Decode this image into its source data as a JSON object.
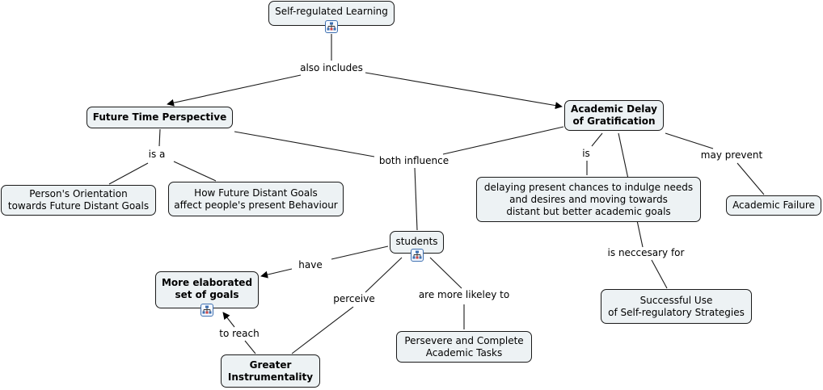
{
  "concept_map": {
    "nodes": [
      {
        "id": "srl",
        "label": "Self-regulated Learning",
        "bold": false,
        "has_submap_icon": true
      },
      {
        "id": "ftp",
        "label": "Future Time Perspective",
        "bold": true,
        "has_submap_icon": false
      },
      {
        "id": "adg",
        "label": "Academic Delay\nof Gratification",
        "bold": true,
        "has_submap_icon": false
      },
      {
        "id": "orient",
        "label": "Person's Orientation\ntowards Future Distant Goals",
        "bold": false,
        "has_submap_icon": false
      },
      {
        "id": "howfuture",
        "label": "How Future Distant Goals\naffect people's present Behaviour",
        "bold": false,
        "has_submap_icon": false
      },
      {
        "id": "delaying",
        "label": "delaying present chances to indulge needs\nand desires and moving towards\ndistant but better academic goals",
        "bold": false,
        "has_submap_icon": false
      },
      {
        "id": "failure",
        "label": "Academic Failure",
        "bold": false,
        "has_submap_icon": false
      },
      {
        "id": "students",
        "label": "students",
        "bold": false,
        "has_submap_icon": true
      },
      {
        "id": "goals",
        "label": "More elaborated\nset of goals",
        "bold": true,
        "has_submap_icon": true
      },
      {
        "id": "instr",
        "label": "Greater\nInstrumentality",
        "bold": true,
        "has_submap_icon": false
      },
      {
        "id": "persevere",
        "label": "Persevere and Complete\nAcademic Tasks",
        "bold": false,
        "has_submap_icon": false
      },
      {
        "id": "strategies",
        "label": "Successful Use\nof Self-regulatory Strategies",
        "bold": false,
        "has_submap_icon": false
      }
    ],
    "linking_phrases": [
      {
        "id": "also_includes",
        "label": "also includes"
      },
      {
        "id": "is_a",
        "label": "is a"
      },
      {
        "id": "both_influence",
        "label": "both influence"
      },
      {
        "id": "is",
        "label": "is"
      },
      {
        "id": "may_prevent",
        "label": "may prevent"
      },
      {
        "id": "is_neccesary_for",
        "label": "is neccesary for"
      },
      {
        "id": "have",
        "label": "have"
      },
      {
        "id": "perceive",
        "label": "perceive"
      },
      {
        "id": "are_more_likeley_to",
        "label": "are more likeley to"
      },
      {
        "id": "to_reach",
        "label": "to reach"
      }
    ],
    "connections": [
      {
        "from": "srl",
        "to": "also_includes",
        "arrow": false
      },
      {
        "from": "also_includes",
        "to": "ftp",
        "arrow": true
      },
      {
        "from": "also_includes",
        "to": "adg",
        "arrow": true
      },
      {
        "from": "ftp",
        "to": "is_a",
        "arrow": false
      },
      {
        "from": "is_a",
        "to": "orient",
        "arrow": false
      },
      {
        "from": "is_a",
        "to": "howfuture",
        "arrow": false
      },
      {
        "from": "ftp",
        "to": "both_influence",
        "arrow": false
      },
      {
        "from": "adg",
        "to": "both_influence",
        "arrow": false
      },
      {
        "from": "both_influence",
        "to": "students",
        "arrow": false
      },
      {
        "from": "adg",
        "to": "is",
        "arrow": false
      },
      {
        "from": "is",
        "to": "delaying",
        "arrow": false
      },
      {
        "from": "adg",
        "to": "may_prevent",
        "arrow": false
      },
      {
        "from": "may_prevent",
        "to": "failure",
        "arrow": false
      },
      {
        "from": "adg",
        "to": "is_neccesary_for",
        "arrow": false
      },
      {
        "from": "is_neccesary_for",
        "to": "strategies",
        "arrow": false
      },
      {
        "from": "students",
        "to": "have",
        "arrow": false
      },
      {
        "from": "have",
        "to": "goals",
        "arrow": true
      },
      {
        "from": "students",
        "to": "perceive",
        "arrow": false
      },
      {
        "from": "perceive",
        "to": "instr",
        "arrow": false
      },
      {
        "from": "students",
        "to": "are_more_likeley_to",
        "arrow": false
      },
      {
        "from": "are_more_likeley_to",
        "to": "persevere",
        "arrow": false
      },
      {
        "from": "instr",
        "to": "to_reach",
        "arrow": false
      },
      {
        "from": "to_reach",
        "to": "goals",
        "arrow": true
      }
    ],
    "icons": {
      "submap": "submap-icon"
    },
    "colors": {
      "node_fill": "#edf2f4",
      "node_border": "#1a1a1a",
      "line": "#1a1a1a",
      "icon_border": "#3d6fb0"
    }
  }
}
